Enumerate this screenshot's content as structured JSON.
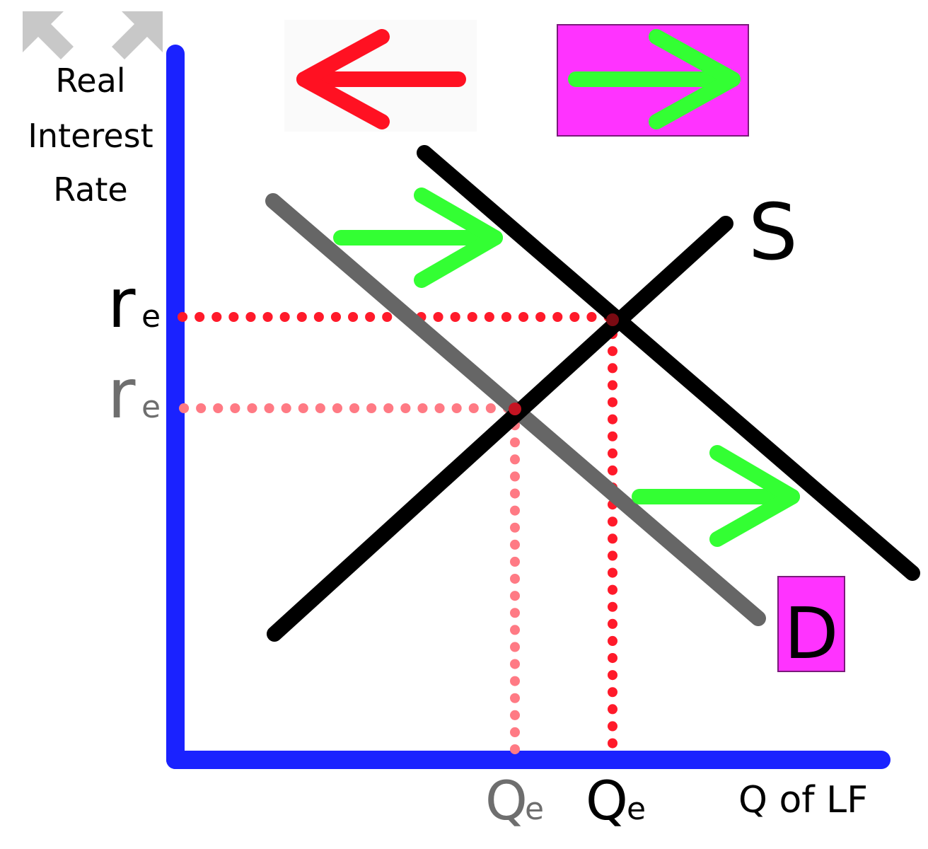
{
  "diagram": {
    "y_axis_label": [
      "Real",
      "Interest",
      "Rate"
    ],
    "x_axis_label": "Q of LF",
    "supply_label": "S",
    "demand_label": "D",
    "tick_labels": {
      "r_new": {
        "main": "r",
        "sub": "e"
      },
      "r_old": {
        "main": "r",
        "sub": "e"
      },
      "q_old": {
        "main": "Q",
        "sub": "e"
      },
      "q_new": {
        "main": "Q",
        "sub": "e"
      }
    }
  },
  "colors": {
    "axis": "#1a22ff",
    "supply": "#000000",
    "demand_new": "#000000",
    "demand_old": "#666666",
    "shift_arrow": "#33ff33",
    "left_arrow": "#ff1122",
    "highlight_box": "#ff33ff",
    "dotted_new": "#ff1a2a",
    "dotted_old": "#ff7a84",
    "nav_icon": "#c8c8c8",
    "old_label": "#6e6e6e"
  },
  "icons": [
    "collapse-left-icon",
    "collapse-right-icon",
    "left-arrow-icon",
    "right-arrow-icon"
  ]
}
